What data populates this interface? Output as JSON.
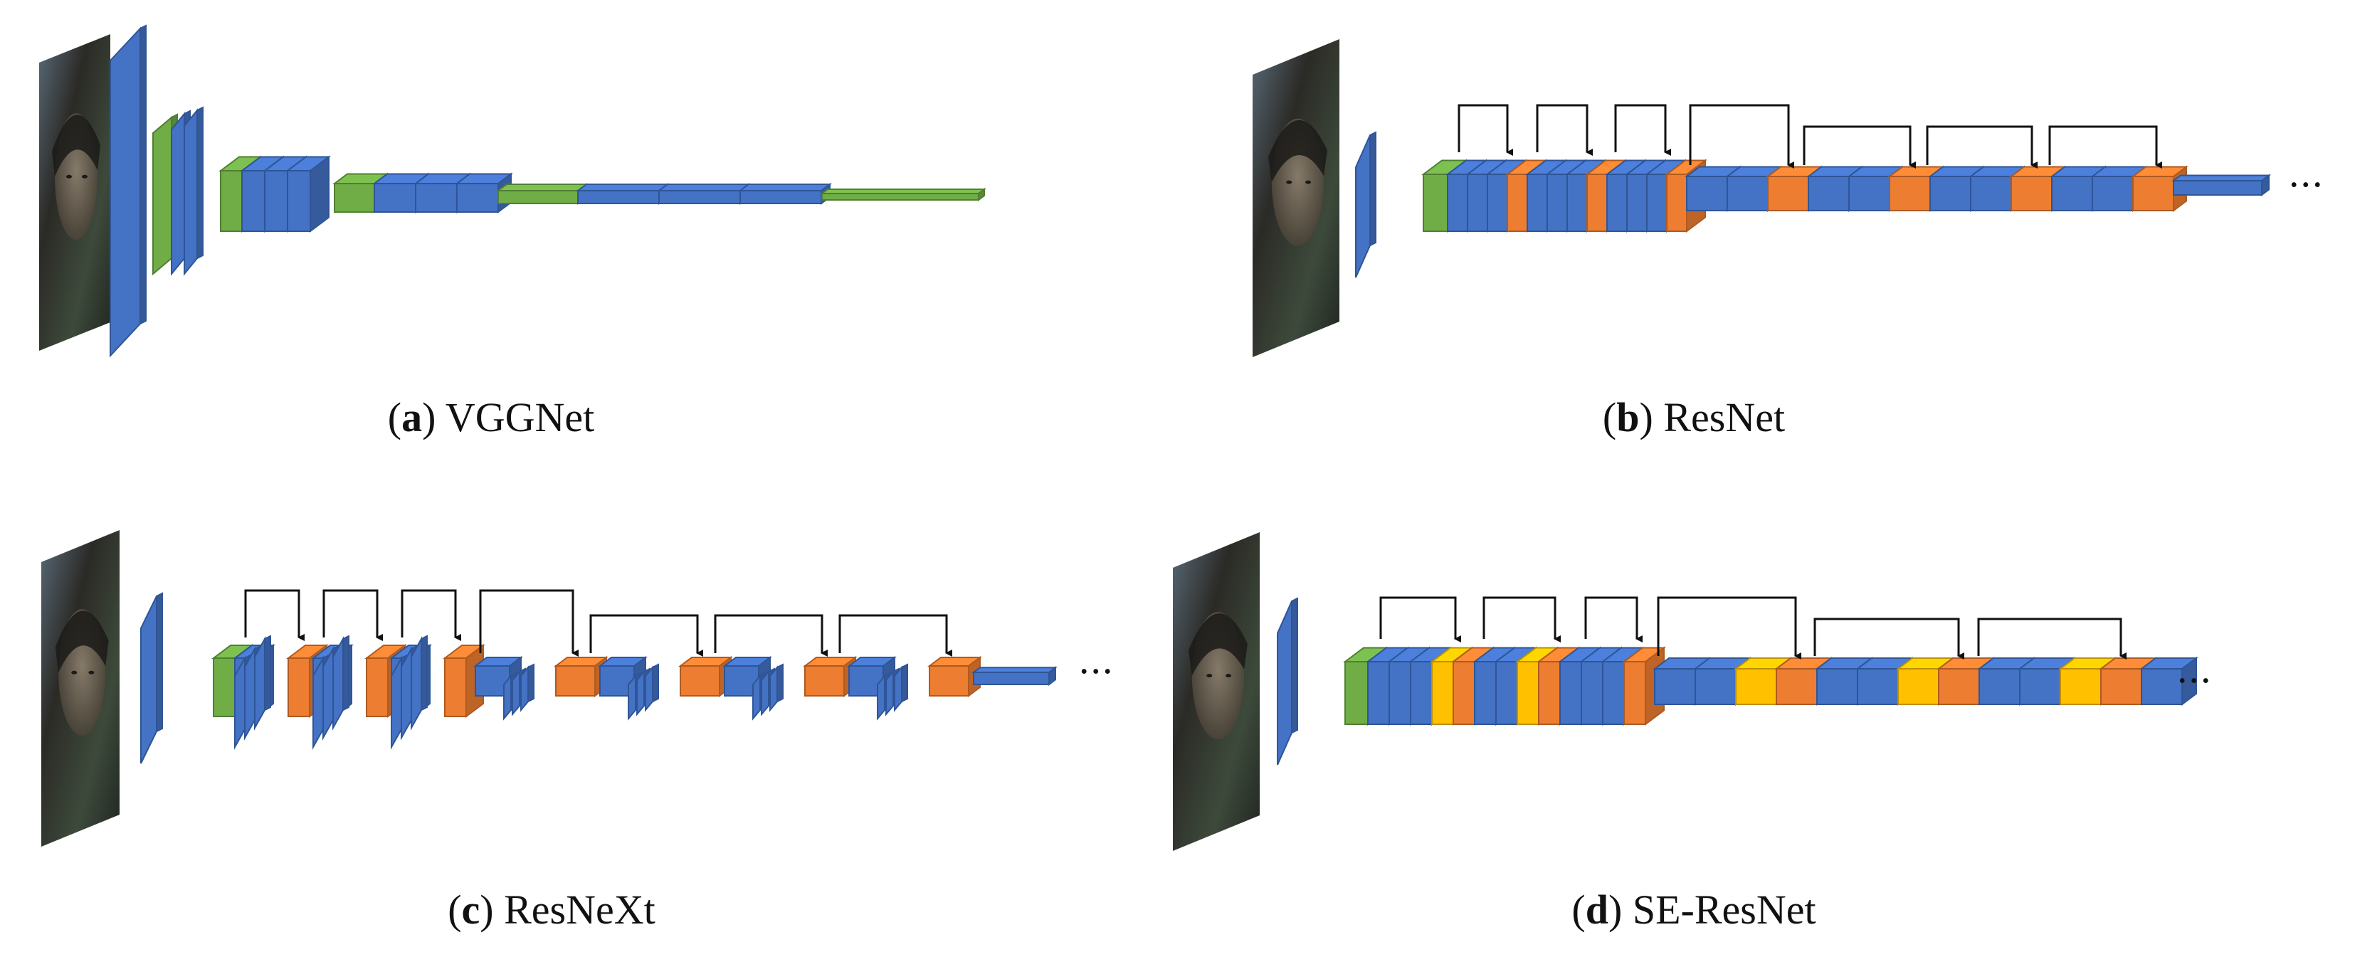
{
  "colors": {
    "conv": "#4472c4",
    "conv_edge": "#2f5597",
    "pool": "#70ad47",
    "pool_edge": "#507e32",
    "residual": "#ed7d31",
    "residual_edge": "#ae5a21",
    "se": "#ffc000",
    "se_edge": "#bf9000",
    "skip_line": "#111111"
  },
  "icons": {
    "face": "face-photo",
    "ellipsis": "ellipsis-icon"
  },
  "panels": [
    {
      "id": "a",
      "letter": "a",
      "label": "VGGNet",
      "has_ellipsis": false
    },
    {
      "id": "b",
      "letter": "b",
      "label": "ResNet",
      "ellipsis": "···"
    },
    {
      "id": "c",
      "letter": "c",
      "label": "ResNeXt",
      "ellipsis": "···"
    },
    {
      "id": "d",
      "letter": "d",
      "label": "SE-ResNet",
      "ellipsis": "···"
    }
  ]
}
